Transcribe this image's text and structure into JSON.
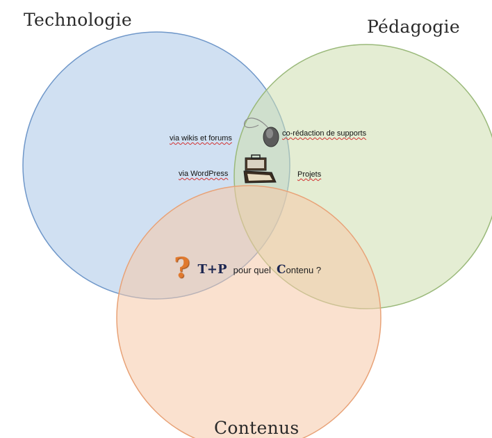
{
  "sets": {
    "technologie": {
      "label": "Technologie",
      "color": "#7a9ed0"
    },
    "pedagogie": {
      "label": "Pédagogie",
      "color": "#9ab97a"
    },
    "contenus": {
      "label": "Contenus",
      "color": "#e8a277"
    }
  },
  "labels": {
    "wikis": "via wikis et forums",
    "wordpress": "via WordPress",
    "coredaction": "co-rédaction de supports",
    "projets": "Projets"
  },
  "center": {
    "question_mark": "?",
    "tp": "T+P",
    "pour_quel": "pour quel",
    "c_big": "C",
    "rest": "ontenu ?"
  },
  "icons": {
    "mouse": "computer-mouse-icon",
    "briefcase": "open-briefcase-icon"
  },
  "accent": "#e0792e"
}
